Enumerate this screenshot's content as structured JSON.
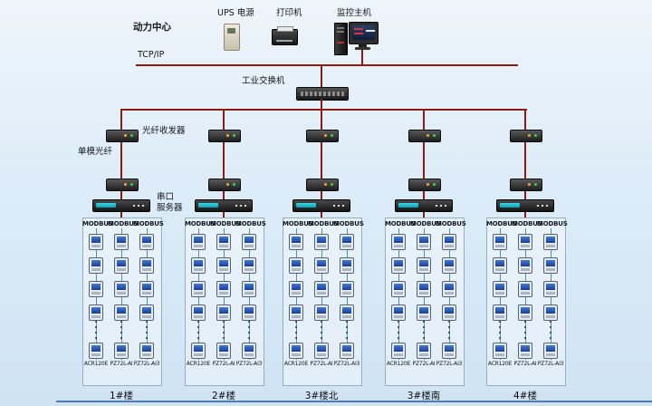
{
  "header": {
    "power_center": "动力中心",
    "tcpip": "TCP/IP",
    "switch_label": "工业交换机",
    "devices": [
      {
        "id": "ups",
        "label": "UPS 电源"
      },
      {
        "id": "printer",
        "label": "打印机"
      },
      {
        "id": "host",
        "label": "监控主机"
      }
    ]
  },
  "annotations": {
    "fiber_transceiver": "光纤收发器",
    "single_mode_fiber": "单模光纤",
    "serial_server": [
      "串口",
      "服务器"
    ]
  },
  "bus_label": "MODBUS",
  "meter_models": [
    "ACR120E",
    "PZ72L-AI",
    "PZ72L-AI3"
  ],
  "columns": [
    {
      "building": "1#楼"
    },
    {
      "building": "2#楼"
    },
    {
      "building": "3#楼北"
    },
    {
      "building": "3#楼南"
    },
    {
      "building": "4#楼"
    }
  ],
  "meter_rows_visible": 4,
  "colors": {
    "line_red": "#8b1a12",
    "line_bus": "#4b93b5"
  }
}
